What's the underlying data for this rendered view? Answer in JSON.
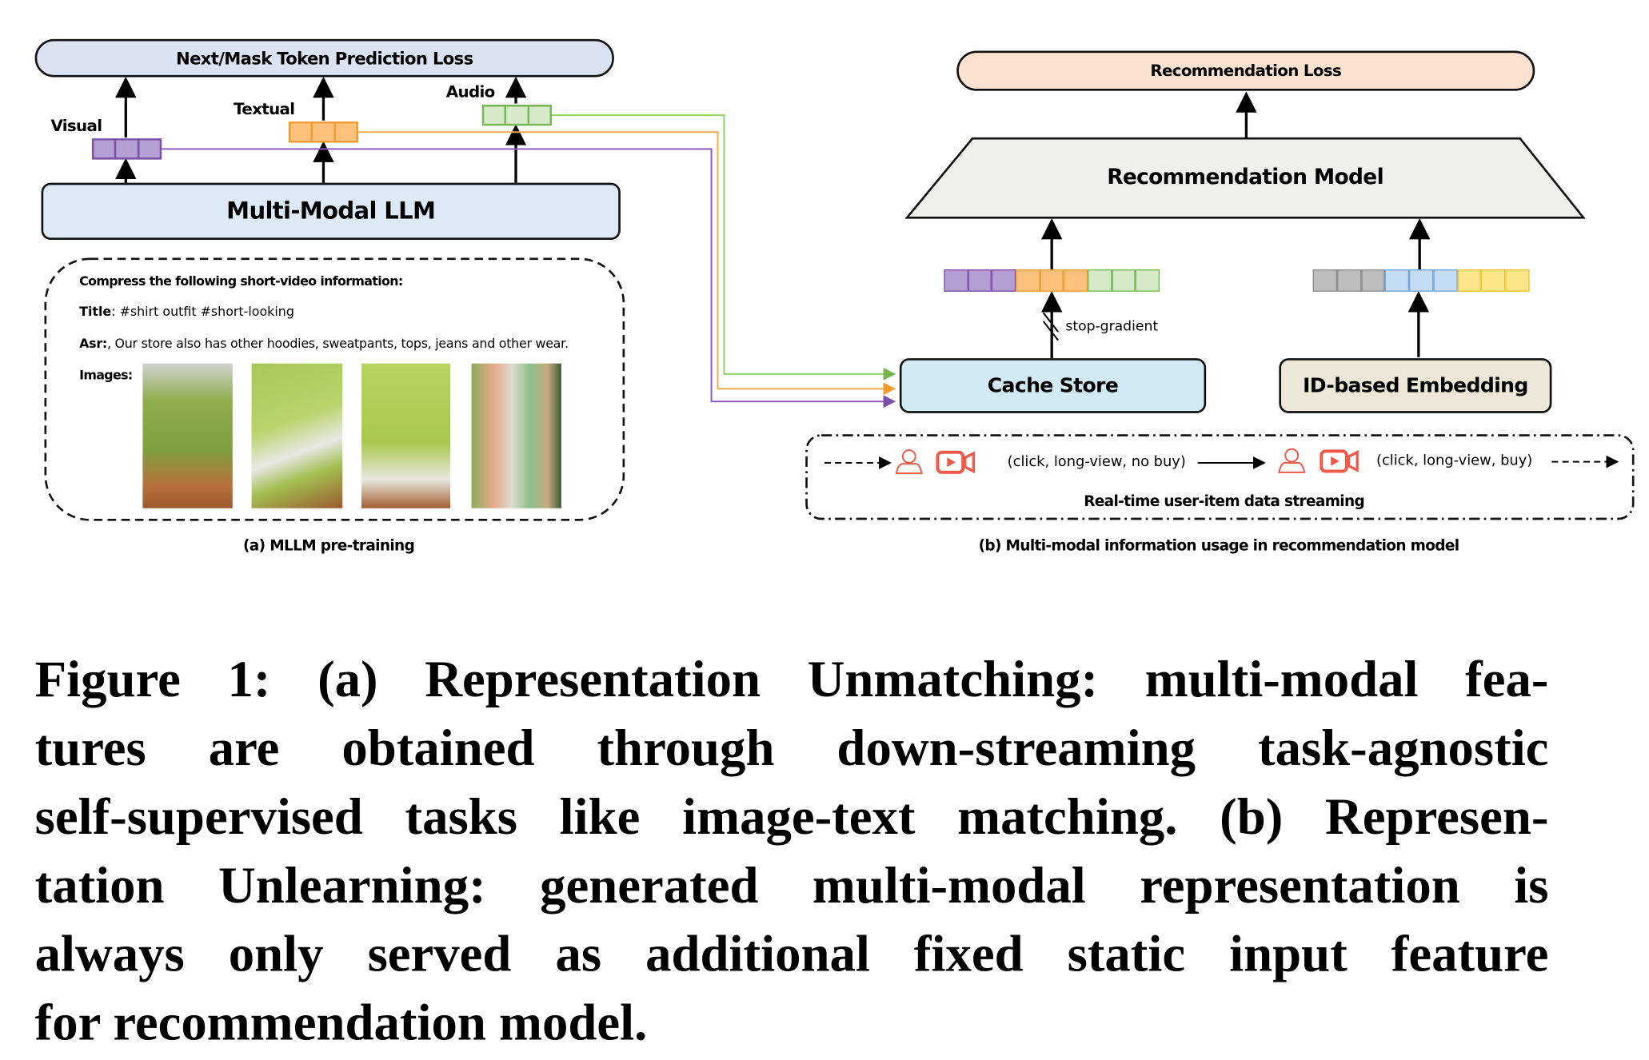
{
  "panel_a": {
    "loss_label": "Next/Mask Token Prediction Loss",
    "llm_label": "Multi-Modal LLM",
    "modalities": {
      "visual": "Visual",
      "textual": "Textual",
      "audio": "Audio"
    },
    "prompt": {
      "instruction": "Compress the following short-video information:",
      "title_key": "Title",
      "title_value": ":  #shirt outfit #short-looking",
      "asr_key": "Asr:",
      "asr_value": ", Our store also has other hoodies, sweatpants, tops, jeans and other wear.",
      "images_key": "Images:"
    },
    "caption": "(a) MLLM pre-training"
  },
  "panel_b": {
    "loss_label": "Recommendation Loss",
    "model_label": "Recommendation Model",
    "stop_gradient": "stop-gradient",
    "cache_store": "Cache Store",
    "id_embedding": "ID-based Embedding",
    "stream": {
      "event_1": "(click,  long-view,  no buy)",
      "event_2": "(click,  long-view,  buy)",
      "title": "Real-time user-item data streaming",
      "icons": [
        "user-icon",
        "video-icon"
      ]
    },
    "caption": "(b) Multi-modal information usage in recommendation model"
  },
  "colors": {
    "visual": "#b49fd3",
    "visual_border": "#7b4fa6",
    "textual": "#fcc27d",
    "textual_border": "#f29a2e",
    "audio": "#d6e9c9",
    "audio_border": "#74b853",
    "id_gray": "#bdbdbd",
    "id_blue": "#c5dcf5",
    "id_yellow": "#fde58a",
    "icon_red": "#ef5a4a"
  },
  "figure_caption": {
    "lines": [
      "Figure 1: (a) Representation Unmatching: multi-modal fea-",
      "tures are obtained through down-streaming task-agnostic",
      "self-supervised tasks like image-text matching. (b) Represen-",
      "tation Unlearning: generated multi-modal representation is",
      "always only served as additional fixed static input feature",
      "for recommendation model."
    ]
  }
}
